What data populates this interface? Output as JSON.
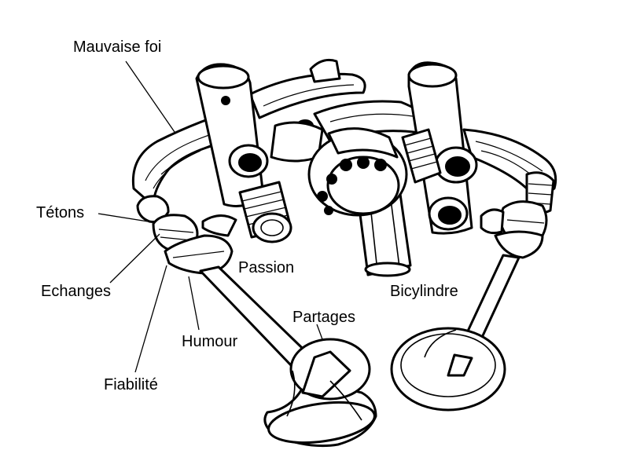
{
  "diagram": {
    "labels": {
      "mauvaise_foi": "Mauvaise foi",
      "tetons": "Tétons",
      "echanges": "Echanges",
      "fiabilite": "Fiabilité",
      "humour": "Humour",
      "passion": "Passion",
      "partages": "Partages",
      "bicylindre": "Bicylindre"
    },
    "colors": {
      "ink": "#000000",
      "paper": "#ffffff"
    }
  }
}
